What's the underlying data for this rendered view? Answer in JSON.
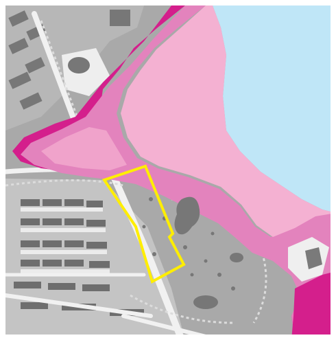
{
  "map": {
    "colors": {
      "background": "#ffffff",
      "land_gray": "#a9a9a9",
      "land_light": "#c9c9c9",
      "building_dark": "#6e6e6e",
      "building_light": "#e9e9e9",
      "water": "#bfe6f7",
      "flood_light": "#f4b1d2",
      "flood_mid": "#e383bd",
      "flood_dark": "#d41f8c",
      "road_white": "#f1f1f1",
      "path_dotted": "#dcdcdc",
      "highlight_outline": "#ffee00"
    },
    "layers": [
      {
        "name": "base-land",
        "color_key": "land_gray"
      },
      {
        "name": "water-body",
        "color_key": "water"
      },
      {
        "name": "flood-zone-high",
        "color_key": "flood_light"
      },
      {
        "name": "flood-zone-medium",
        "color_key": "flood_mid"
      },
      {
        "name": "flood-zone-low",
        "color_key": "flood_dark"
      },
      {
        "name": "study-area-outline",
        "color_key": "highlight_outline"
      }
    ]
  }
}
